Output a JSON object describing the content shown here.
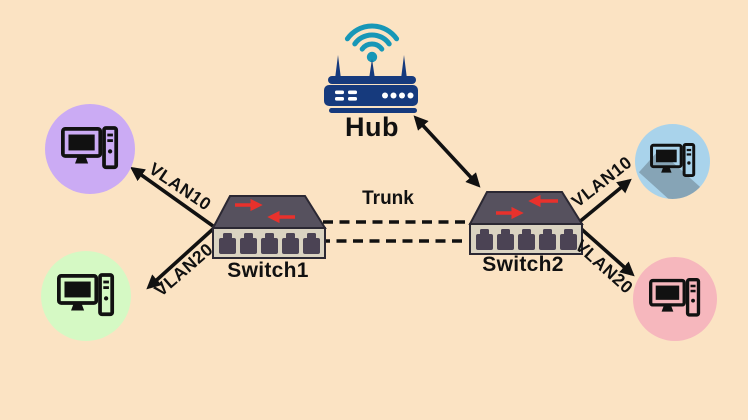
{
  "background_color": "#fbe3c3",
  "hub": {
    "label": "Hub",
    "icon": "wireless-hub-icon"
  },
  "switch1": {
    "label": "Switch1"
  },
  "switch2": {
    "label": "Switch2"
  },
  "trunk_link": {
    "label": "Trunk",
    "style": "double-dashed-line"
  },
  "vlan_links": {
    "left_top": {
      "label": "VLAN10"
    },
    "left_bottom": {
      "label": "VLAN20"
    },
    "right_top": {
      "label": "VLAN10"
    },
    "right_bottom": {
      "label": "VLAN20"
    }
  },
  "endpoints": {
    "left_top": {
      "icon": "desktop-pc-icon",
      "circle_color": "#cbabf4"
    },
    "left_bottom": {
      "icon": "desktop-pc-icon",
      "circle_color": "#d5f9c4"
    },
    "right_top": {
      "icon": "desktop-pc-icon",
      "circle_color": "#a9d3eb"
    },
    "right_bottom": {
      "icon": "desktop-pc-icon",
      "circle_color": "#f6b7bd"
    }
  },
  "colors": {
    "hub_body": "#163a7d",
    "wifi": "#1797b7",
    "switch_top": "#56515e",
    "switch_front": "#dad3c1",
    "switch_port": "#4b4354",
    "red_arrow": "#e8312c",
    "line": "#111111",
    "text": "#111111"
  }
}
